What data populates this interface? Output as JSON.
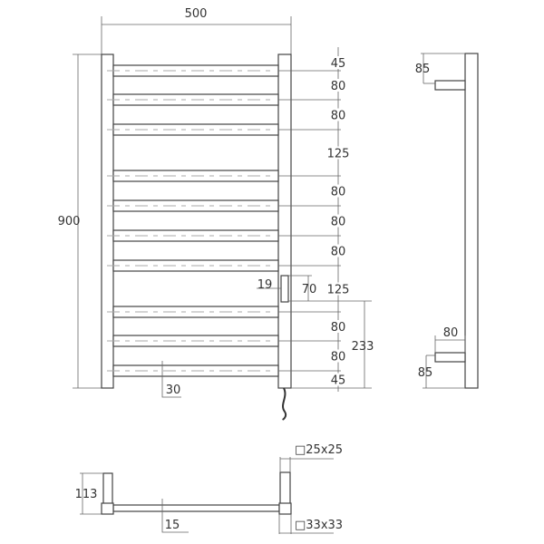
{
  "front_view": {
    "width_label": "500",
    "height_label": "900",
    "spacings": [
      "45",
      "80",
      "80",
      "125",
      "80",
      "80",
      "80",
      "125",
      "80",
      "80",
      "45"
    ],
    "bracket_width_label": "19",
    "bracket_height_label": "70",
    "bracket_height_from_bottom_label": "233",
    "rail_offset_label": "30"
  },
  "side_view": {
    "top_offset_label": "85",
    "depth_label": "80",
    "bottom_offset_label": "85"
  },
  "bottom_view": {
    "height_label": "113",
    "rail_label": "15",
    "rail_profile_label": "□25x25",
    "post_profile_label": "□33x33"
  },
  "colors": {
    "line": "#444444",
    "dimension": "#666666"
  }
}
